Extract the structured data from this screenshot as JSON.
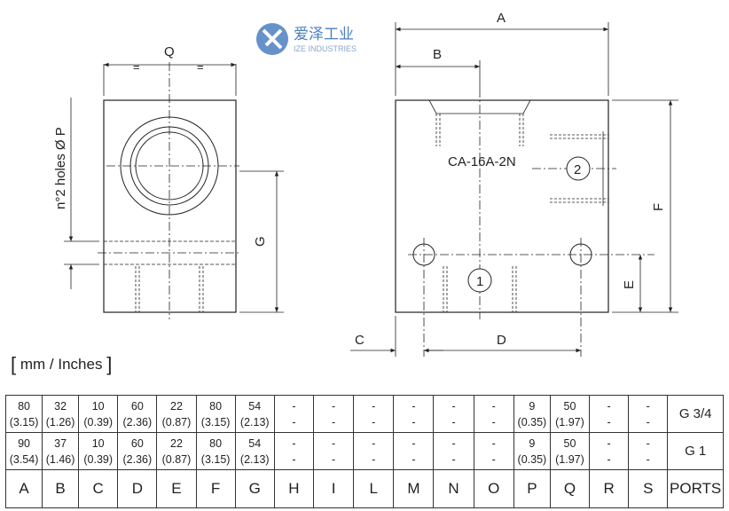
{
  "logo": {
    "text_cn": "爱泽工业",
    "text_en": "IZE INDUSTRIES",
    "brand_color": "#4a7fc1"
  },
  "drawing": {
    "model_label": "CA-16A-2N",
    "port_1": "1",
    "port_2": "2",
    "dim_A": "A",
    "dim_B": "B",
    "dim_C": "C",
    "dim_D": "D",
    "dim_E": "E",
    "dim_F": "F",
    "dim_G": "G",
    "dim_Q": "Q",
    "equal_mark": "=",
    "holes_label": "n°2 holes Ø P"
  },
  "table": {
    "units": "mm / Inches",
    "bracket_open": "[",
    "bracket_close": "]",
    "headers": [
      "A",
      "B",
      "C",
      "D",
      "E",
      "F",
      "G",
      "H",
      "I",
      "L",
      "M",
      "N",
      "O",
      "P",
      "Q",
      "R",
      "S",
      "PORTS"
    ],
    "rows": [
      {
        "cells": [
          {
            "mm": "80",
            "in": "(3.15)"
          },
          {
            "mm": "32",
            "in": "(1.26)"
          },
          {
            "mm": "10",
            "in": "(0.39)"
          },
          {
            "mm": "60",
            "in": "(2.36)"
          },
          {
            "mm": "22",
            "in": "(0.87)"
          },
          {
            "mm": "80",
            "in": "(3.15)"
          },
          {
            "mm": "54",
            "in": "(2.13)"
          },
          {
            "mm": "-",
            "in": "-"
          },
          {
            "mm": "-",
            "in": "-"
          },
          {
            "mm": "-",
            "in": "-"
          },
          {
            "mm": "-",
            "in": "-"
          },
          {
            "mm": "-",
            "in": "-"
          },
          {
            "mm": "-",
            "in": "-"
          },
          {
            "mm": "9",
            "in": "(0.35)"
          },
          {
            "mm": "50",
            "in": "(1.97)"
          },
          {
            "mm": "-",
            "in": "-"
          },
          {
            "mm": "-",
            "in": "-"
          }
        ],
        "ports": "G 3/4"
      },
      {
        "cells": [
          {
            "mm": "90",
            "in": "(3.54)"
          },
          {
            "mm": "37",
            "in": "(1.46)"
          },
          {
            "mm": "10",
            "in": "(0.39)"
          },
          {
            "mm": "60",
            "in": "(2.36)"
          },
          {
            "mm": "22",
            "in": "(0.87)"
          },
          {
            "mm": "80",
            "in": "(3.15)"
          },
          {
            "mm": "54",
            "in": "(2.13)"
          },
          {
            "mm": "-",
            "in": "-"
          },
          {
            "mm": "-",
            "in": "-"
          },
          {
            "mm": "-",
            "in": "-"
          },
          {
            "mm": "-",
            "in": "-"
          },
          {
            "mm": "-",
            "in": "-"
          },
          {
            "mm": "-",
            "in": "-"
          },
          {
            "mm": "9",
            "in": "(0.35)"
          },
          {
            "mm": "50",
            "in": "(1.97)"
          },
          {
            "mm": "-",
            "in": "-"
          },
          {
            "mm": "-",
            "in": "-"
          }
        ],
        "ports": "G 1"
      }
    ]
  }
}
